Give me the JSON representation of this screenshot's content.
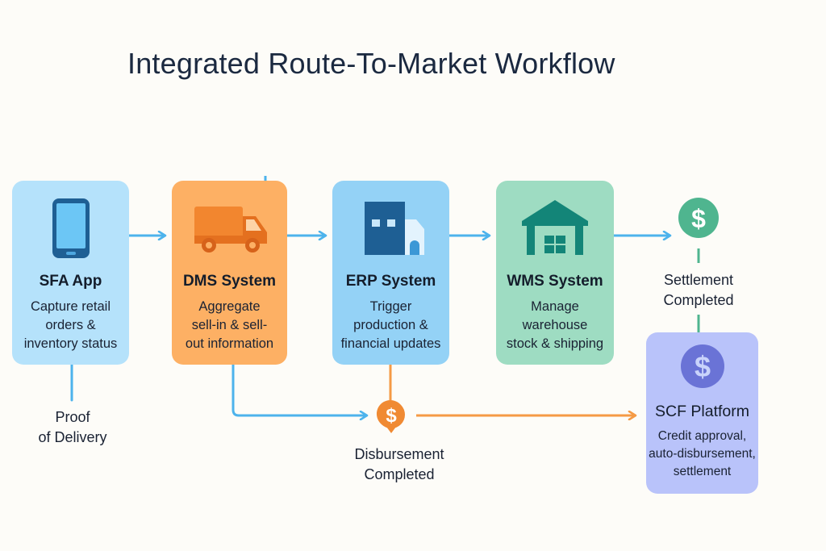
{
  "title": "Integrated Route-To-Market Workflow",
  "colors": {
    "background": "#fdfcf8",
    "flow_blue": "#4db3ec",
    "flow_orange": "#f59a45",
    "flow_green": "#4fb58f",
    "sfa_box": "#b5e2fb",
    "dms_box": "#fdb064",
    "erp_box": "#94d2f6",
    "wms_box": "#9edcc2",
    "scf_box": "#b9c3fa"
  },
  "nodes": [
    {
      "id": "sfa",
      "name": "SFA App",
      "description": [
        "Capture retail",
        "orders &",
        "inventory status"
      ],
      "icon": "smartphone-icon"
    },
    {
      "id": "dms",
      "name": "DMS System",
      "description": [
        "Aggregate",
        "sell-in & sell-",
        "out information"
      ],
      "icon": "truck-icon"
    },
    {
      "id": "erp",
      "name": "ERP System",
      "description": [
        "Trigger",
        "production &",
        "financial updates"
      ],
      "icon": "building-icon"
    },
    {
      "id": "wms",
      "name": "WMS System",
      "description": [
        "Manage",
        "warehouse",
        "stock & shipping"
      ],
      "icon": "warehouse-icon"
    },
    {
      "id": "scf",
      "name": "SCF Platform",
      "description": [
        "Credit approval,",
        "auto-disbursement,",
        "settlement"
      ],
      "icon": "dollar-icon"
    }
  ],
  "events": {
    "proof_of_delivery": [
      "Proof",
      "of Delivery"
    ],
    "disbursement": [
      "Disbursement",
      "Completed"
    ],
    "settlement": [
      "Settlement",
      "Completed"
    ]
  },
  "edges": [
    {
      "from": "sfa",
      "to": "dms",
      "color": "blue"
    },
    {
      "from": "dms",
      "to": "erp",
      "color": "blue"
    },
    {
      "from": "erp",
      "to": "wms",
      "color": "blue"
    },
    {
      "from": "wms",
      "to": "settlement",
      "color": "blue"
    },
    {
      "from": "sfa",
      "to": "proof_of_delivery",
      "color": "blue"
    },
    {
      "from": "dms",
      "to": "disbursement",
      "color": "blue"
    },
    {
      "from": "erp",
      "to": "disbursement",
      "color": "orange"
    },
    {
      "from": "disbursement",
      "to": "scf",
      "color": "orange"
    },
    {
      "from": "settlement",
      "to": "scf",
      "color": "green"
    }
  ]
}
